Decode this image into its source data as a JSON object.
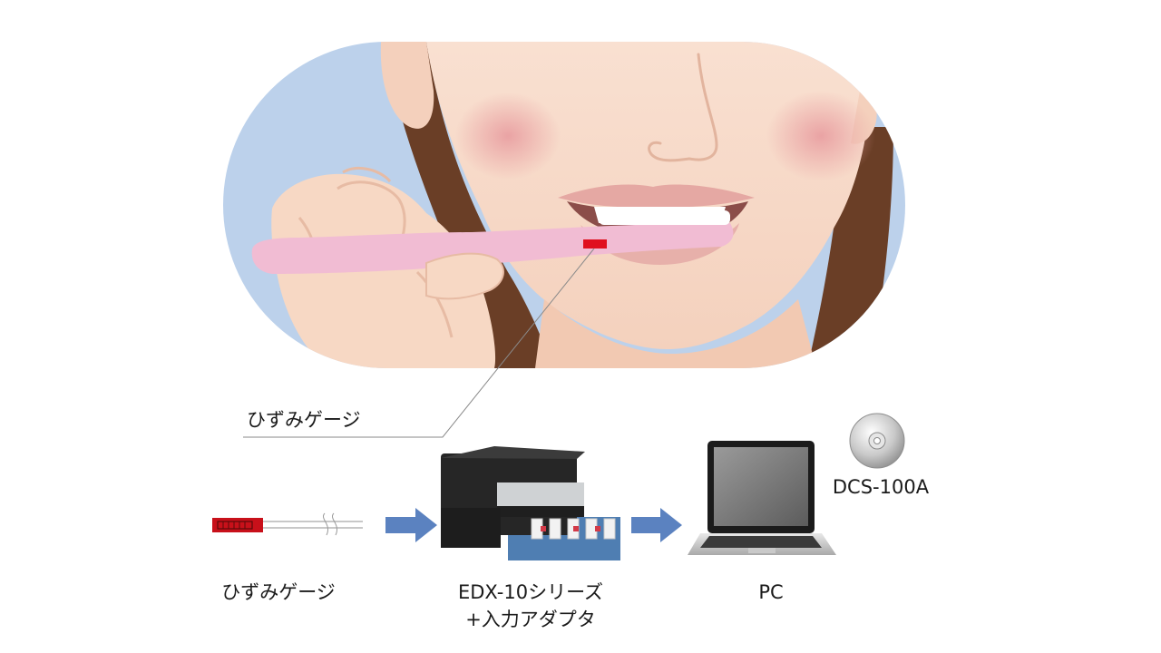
{
  "callout": {
    "label": "ひずみゲージ"
  },
  "flow": {
    "strain_gauge_label": "ひずみゲージ",
    "edx_label_line1": "EDX-10シリーズ",
    "edx_label_line2": "+入力アダプタ",
    "pc_label": "PC",
    "software_label": "DCS-100A"
  },
  "colors": {
    "background_oval": "#bcd1eb",
    "skin": "#f7dac8",
    "hair": "#6a3e26",
    "toothbrush": "#f1bcd3",
    "gauge": "#e0101e",
    "arrow": "#5b82c0"
  }
}
